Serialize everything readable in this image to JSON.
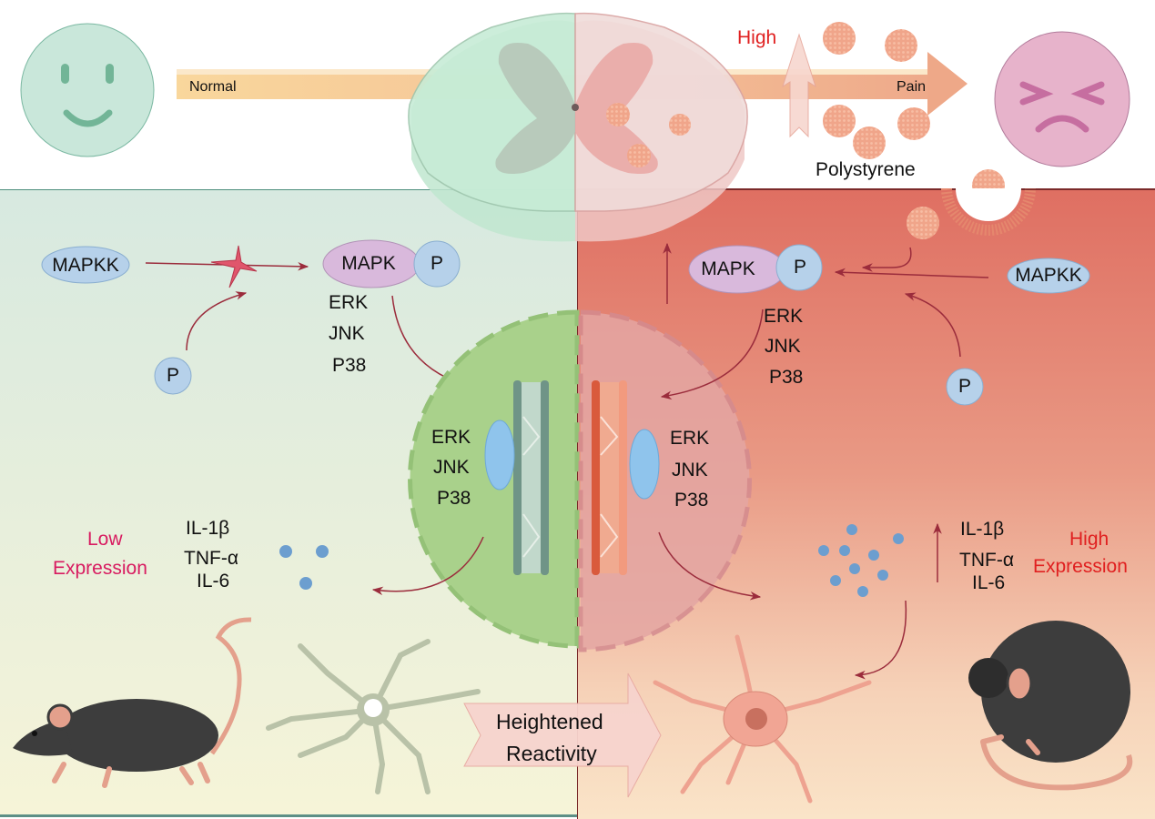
{
  "header": {
    "normal_label": "Normal",
    "pain_label": "Pain",
    "high_label": "High",
    "polystyrene_label": "Polystyrene",
    "happy_face_icon": "smiley-face-icon",
    "pain_face_icon": "pained-face-icon"
  },
  "left_panel": {
    "mapkk_label": "MAPKK",
    "mapk_label": "MAPK",
    "p_label": "P",
    "p_free_label": "P",
    "kinases": [
      "ERK",
      "JNK",
      "P38"
    ],
    "nuclear_kinases": [
      "ERK",
      "JNK",
      "P38"
    ],
    "expression_level": "Low",
    "expression_word": "Expression",
    "cytokines": [
      "IL-1β",
      "TNF-α",
      "IL-6"
    ]
  },
  "right_panel": {
    "mapkk_label": "MAPKK",
    "mapk_label": "MAPK",
    "p_label": "P",
    "p_free_label": "P",
    "kinases": [
      "ERK",
      "JNK",
      "P38"
    ],
    "nuclear_kinases": [
      "ERK",
      "JNK",
      "P38"
    ],
    "expression_level": "High",
    "expression_word": "Expression",
    "cytokines": [
      "IL-1β",
      "TNF-α",
      "IL-6"
    ]
  },
  "center_arrow": {
    "line1": "Heightened",
    "line2": "Reactivity"
  },
  "colors": {
    "low_expression": "#d81b60",
    "high_expression": "#e02020",
    "high_label": "#e02020",
    "arrow": "#9b2c3c",
    "cytokine_dot": "#6c9ecf",
    "phospho": "#b6d4ec",
    "mapk": "#d9b9dc"
  }
}
